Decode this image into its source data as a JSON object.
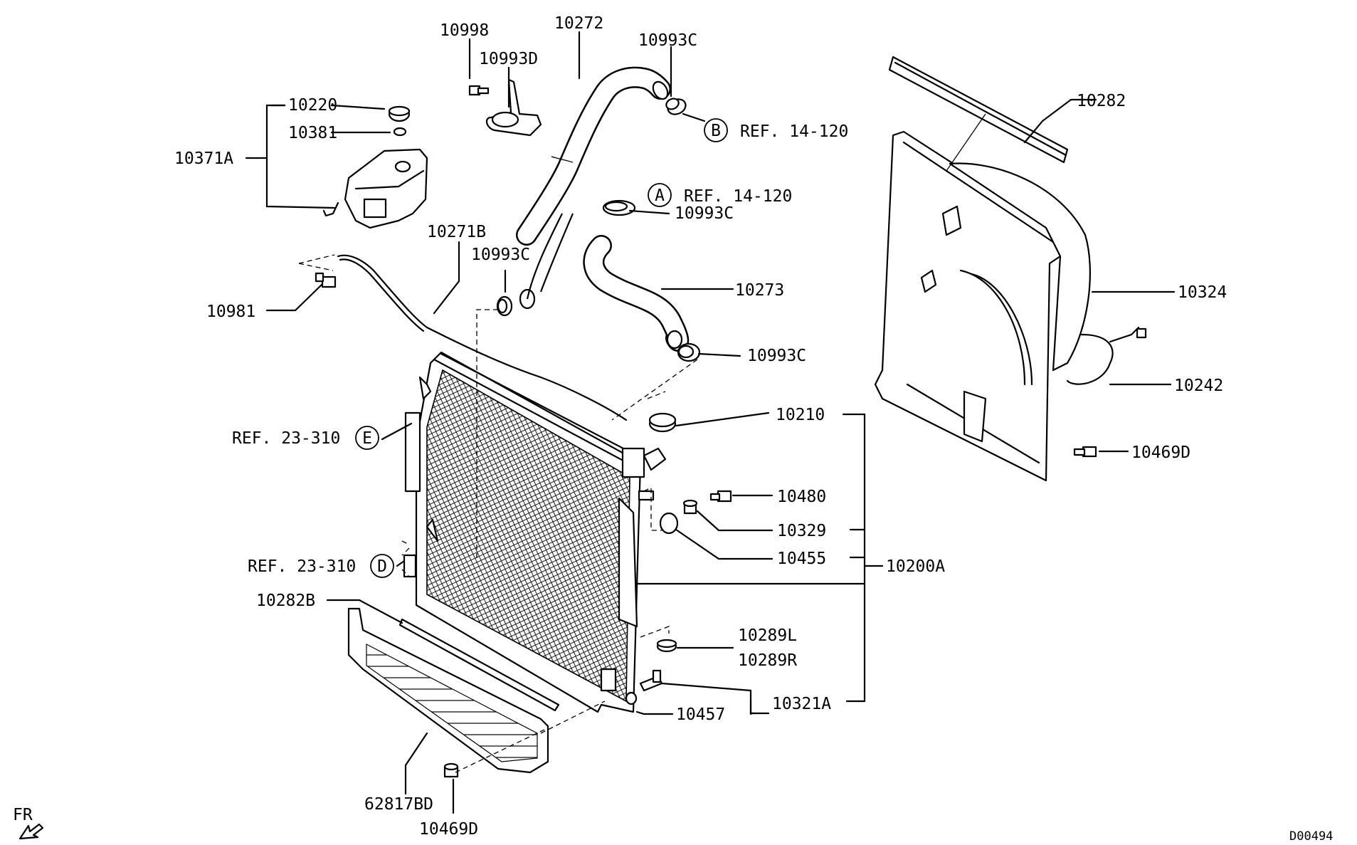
{
  "labels": {
    "p10998": "10998",
    "p10272": "10272",
    "p10993d": "10993D",
    "p10993c_top": "10993C",
    "ref_b": "REF. 14-120",
    "p10220": "10220",
    "p10381": "10381",
    "p10371a": "10371A",
    "p10282": "10282",
    "ref_a": "REF. 14-120",
    "p10993c_a": "10993C",
    "p10271b": "10271B",
    "p10993c_left": "10993C",
    "p10981": "10981",
    "p10273": "10273",
    "p10324": "10324",
    "p10993c_lower": "10993C",
    "p10242": "10242",
    "p10210": "10210",
    "ref_e": "REF. 23-310",
    "p10469d_right": "10469D",
    "p10480": "10480",
    "p10329": "10329",
    "p10455": "10455",
    "ref_d": "REF. 23-310",
    "p10200a": "10200A",
    "p10282b": "10282B",
    "p10289l": "10289L",
    "p10289r": "10289R",
    "p10321a": "10321A",
    "p10457": "10457",
    "p62817bd": "62817BD",
    "p10469d_bottom": "10469D",
    "fr": "FR",
    "diagram_code": "D00494"
  },
  "callouts": {
    "a": "A",
    "b": "B",
    "d": "D",
    "e": "E"
  }
}
